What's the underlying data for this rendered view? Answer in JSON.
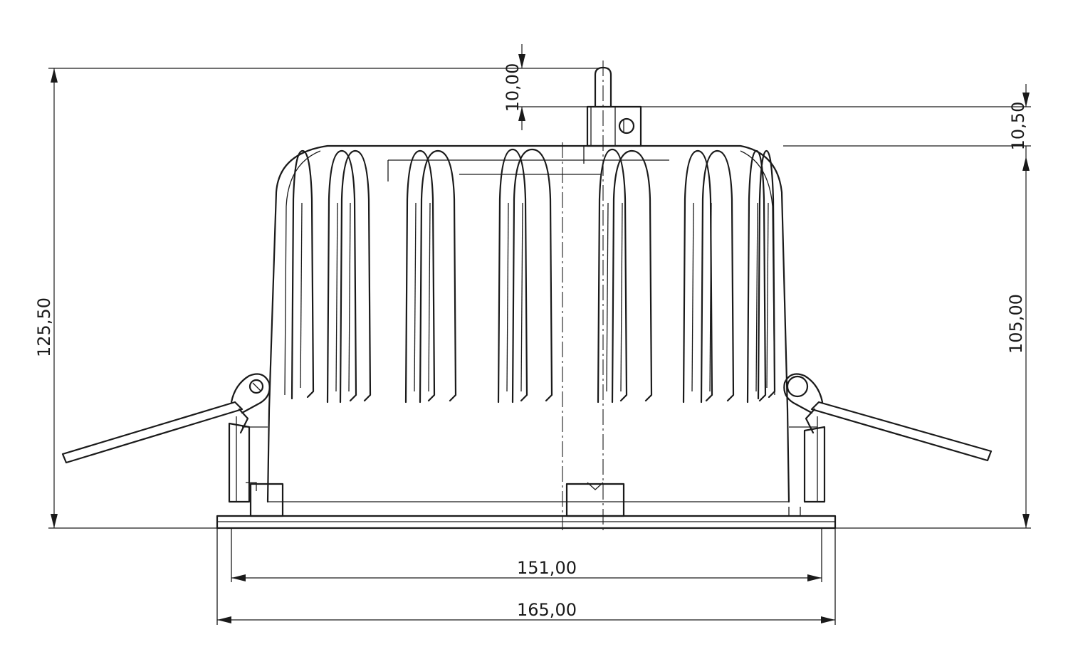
{
  "dimensions": {
    "overall_height": "125,50",
    "body_height": "105,00",
    "pin_length": "10,00",
    "bracket_height": "10,50",
    "cutout_width": "151,00",
    "flange_width": "165,00"
  }
}
